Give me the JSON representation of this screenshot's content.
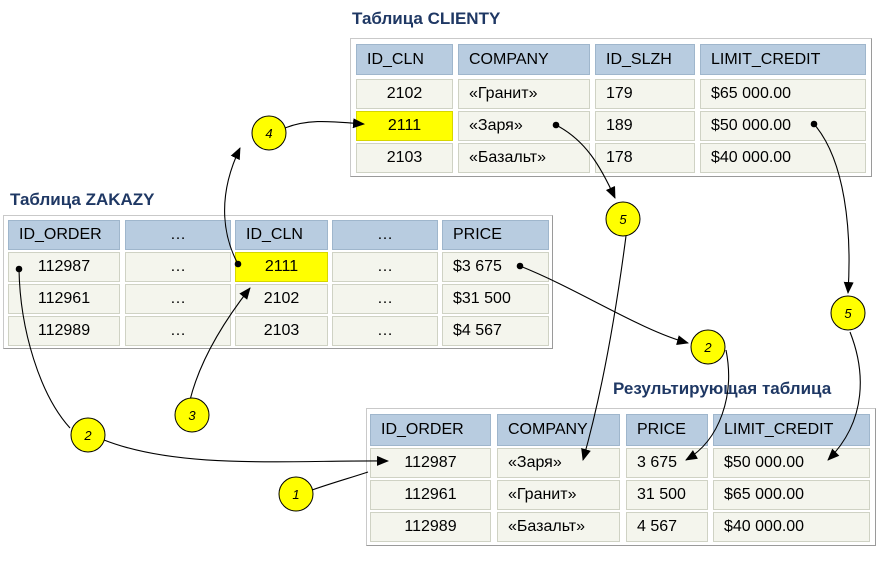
{
  "clienty": {
    "title": "Таблица CLIENTY",
    "headers": [
      "ID_CLN",
      "COMPANY",
      "ID_SLZH",
      "LIMIT_CREDIT"
    ],
    "rows": [
      [
        "2102",
        "«Гранит»",
        "179",
        "$65 000.00"
      ],
      [
        "2111",
        "«Заря»",
        "189",
        "$50 000.00"
      ],
      [
        "2103",
        "«Базальт»",
        "178",
        "$40 000.00"
      ]
    ]
  },
  "zakazy": {
    "title": "Таблица ZAKAZY",
    "headers": [
      "ID_ORDER",
      "…",
      "ID_CLN",
      "…",
      "PRICE"
    ],
    "rows": [
      [
        "112987",
        "…",
        "2111",
        "…",
        "$3 675"
      ],
      [
        "112961",
        "…",
        "2102",
        "…",
        "$31 500"
      ],
      [
        "112989",
        "…",
        "2103",
        "…",
        "$4 567"
      ]
    ]
  },
  "result": {
    "title": "Результирующая таблица",
    "headers": [
      "ID_ORDER",
      "COMPANY",
      "PRICE",
      "LIMIT_CREDIT"
    ],
    "rows": [
      [
        "112987",
        "«Заря»",
        "3 675",
        "$50 000.00"
      ],
      [
        "112961",
        "«Гранит»",
        "31 500",
        "$65 000.00"
      ],
      [
        "112989",
        "«Базальт»",
        "4 567",
        "$40 000.00"
      ]
    ]
  },
  "steps": [
    "1",
    "2",
    "2",
    "3",
    "4",
    "5",
    "5"
  ],
  "colors": {
    "highlight": "#ffff00",
    "header": "#b8cce0",
    "cell": "#f4f5ed",
    "title": "#1f3864",
    "marker": "#ffff00"
  }
}
